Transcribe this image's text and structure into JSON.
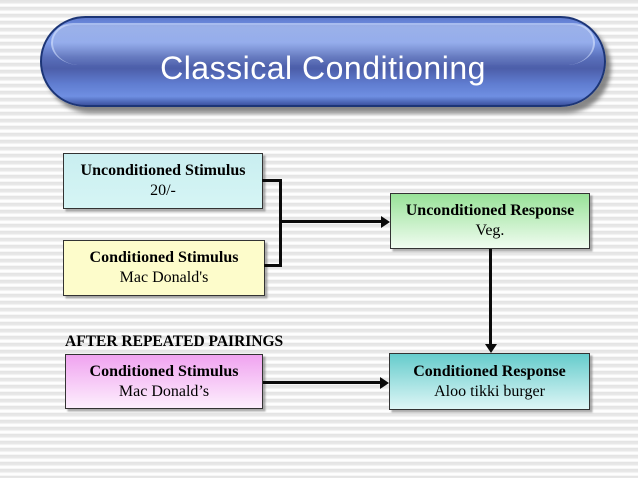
{
  "title_banner": {
    "text": "Classical Conditioning"
  },
  "boxes": {
    "unconditioned_stimulus": {
      "title": "Unconditioned Stimulus",
      "value": "20/-"
    },
    "conditioned_stimulus_before": {
      "title": "Conditioned Stimulus",
      "value": "Mac Donald's"
    },
    "unconditioned_response": {
      "title": "Unconditioned Response",
      "value": "Veg."
    },
    "conditioned_stimulus_after": {
      "title": "Conditioned Stimulus",
      "value": "Mac Donald’s"
    },
    "conditioned_response": {
      "title": "Conditioned Response",
      "value": "Aloo tikki burger"
    }
  },
  "labels": {
    "after_pairings": "AFTER REPEATED PAIRINGS"
  },
  "colors": {
    "pill_blue_light": "#7f9ce8",
    "pill_blue_dark": "#4c5ea9",
    "pill_border": "#1c3576",
    "title_text": "#ffffff",
    "unconditioned_stimulus_box": "#cdf1f1",
    "conditioned_stimulus_box": "#fdfccb",
    "unconditioned_response_box_top": "#98e298",
    "conditioned_stimulus_after_box_top": "#f0a3f0",
    "conditioned_response_box_top": "#66cccc",
    "connector": "#0a0a0a",
    "background_stripe": "#e6e6e6"
  }
}
